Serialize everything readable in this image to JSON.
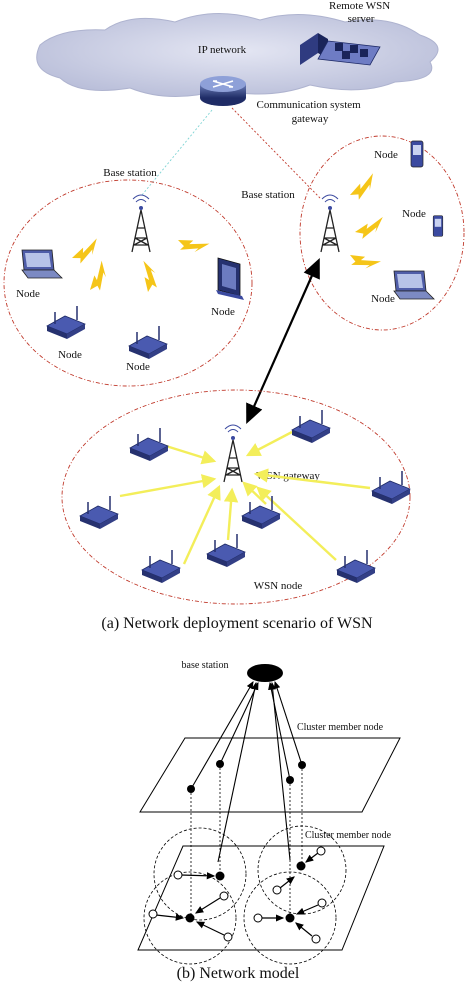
{
  "top_diagram": {
    "remote_server_label": [
      "Remote WSN",
      "server"
    ],
    "ip_network_label": "IP network",
    "gateway_label": [
      "Communication system",
      "gateway"
    ],
    "base_station_left": "Base station",
    "base_station_right": "Base station",
    "node_label": "Node",
    "wsn_gateway_label": "WSN gateway",
    "wsn_node_label": "WSN node",
    "caption": "(a) Network deployment scenario of WSN"
  },
  "bottom_diagram": {
    "base_station_label": "base station",
    "cluster_upper_label": "Cluster member node",
    "cluster_lower_label": "Cluster member node",
    "caption": "(b) Network model"
  },
  "colors": {
    "lightning": "#f5c518",
    "wsn_arrow": "#f3ee5a",
    "device_blue": "#3b4aa0",
    "cloud": "#cfd3e8",
    "ellipse_border": "#c0392b"
  }
}
